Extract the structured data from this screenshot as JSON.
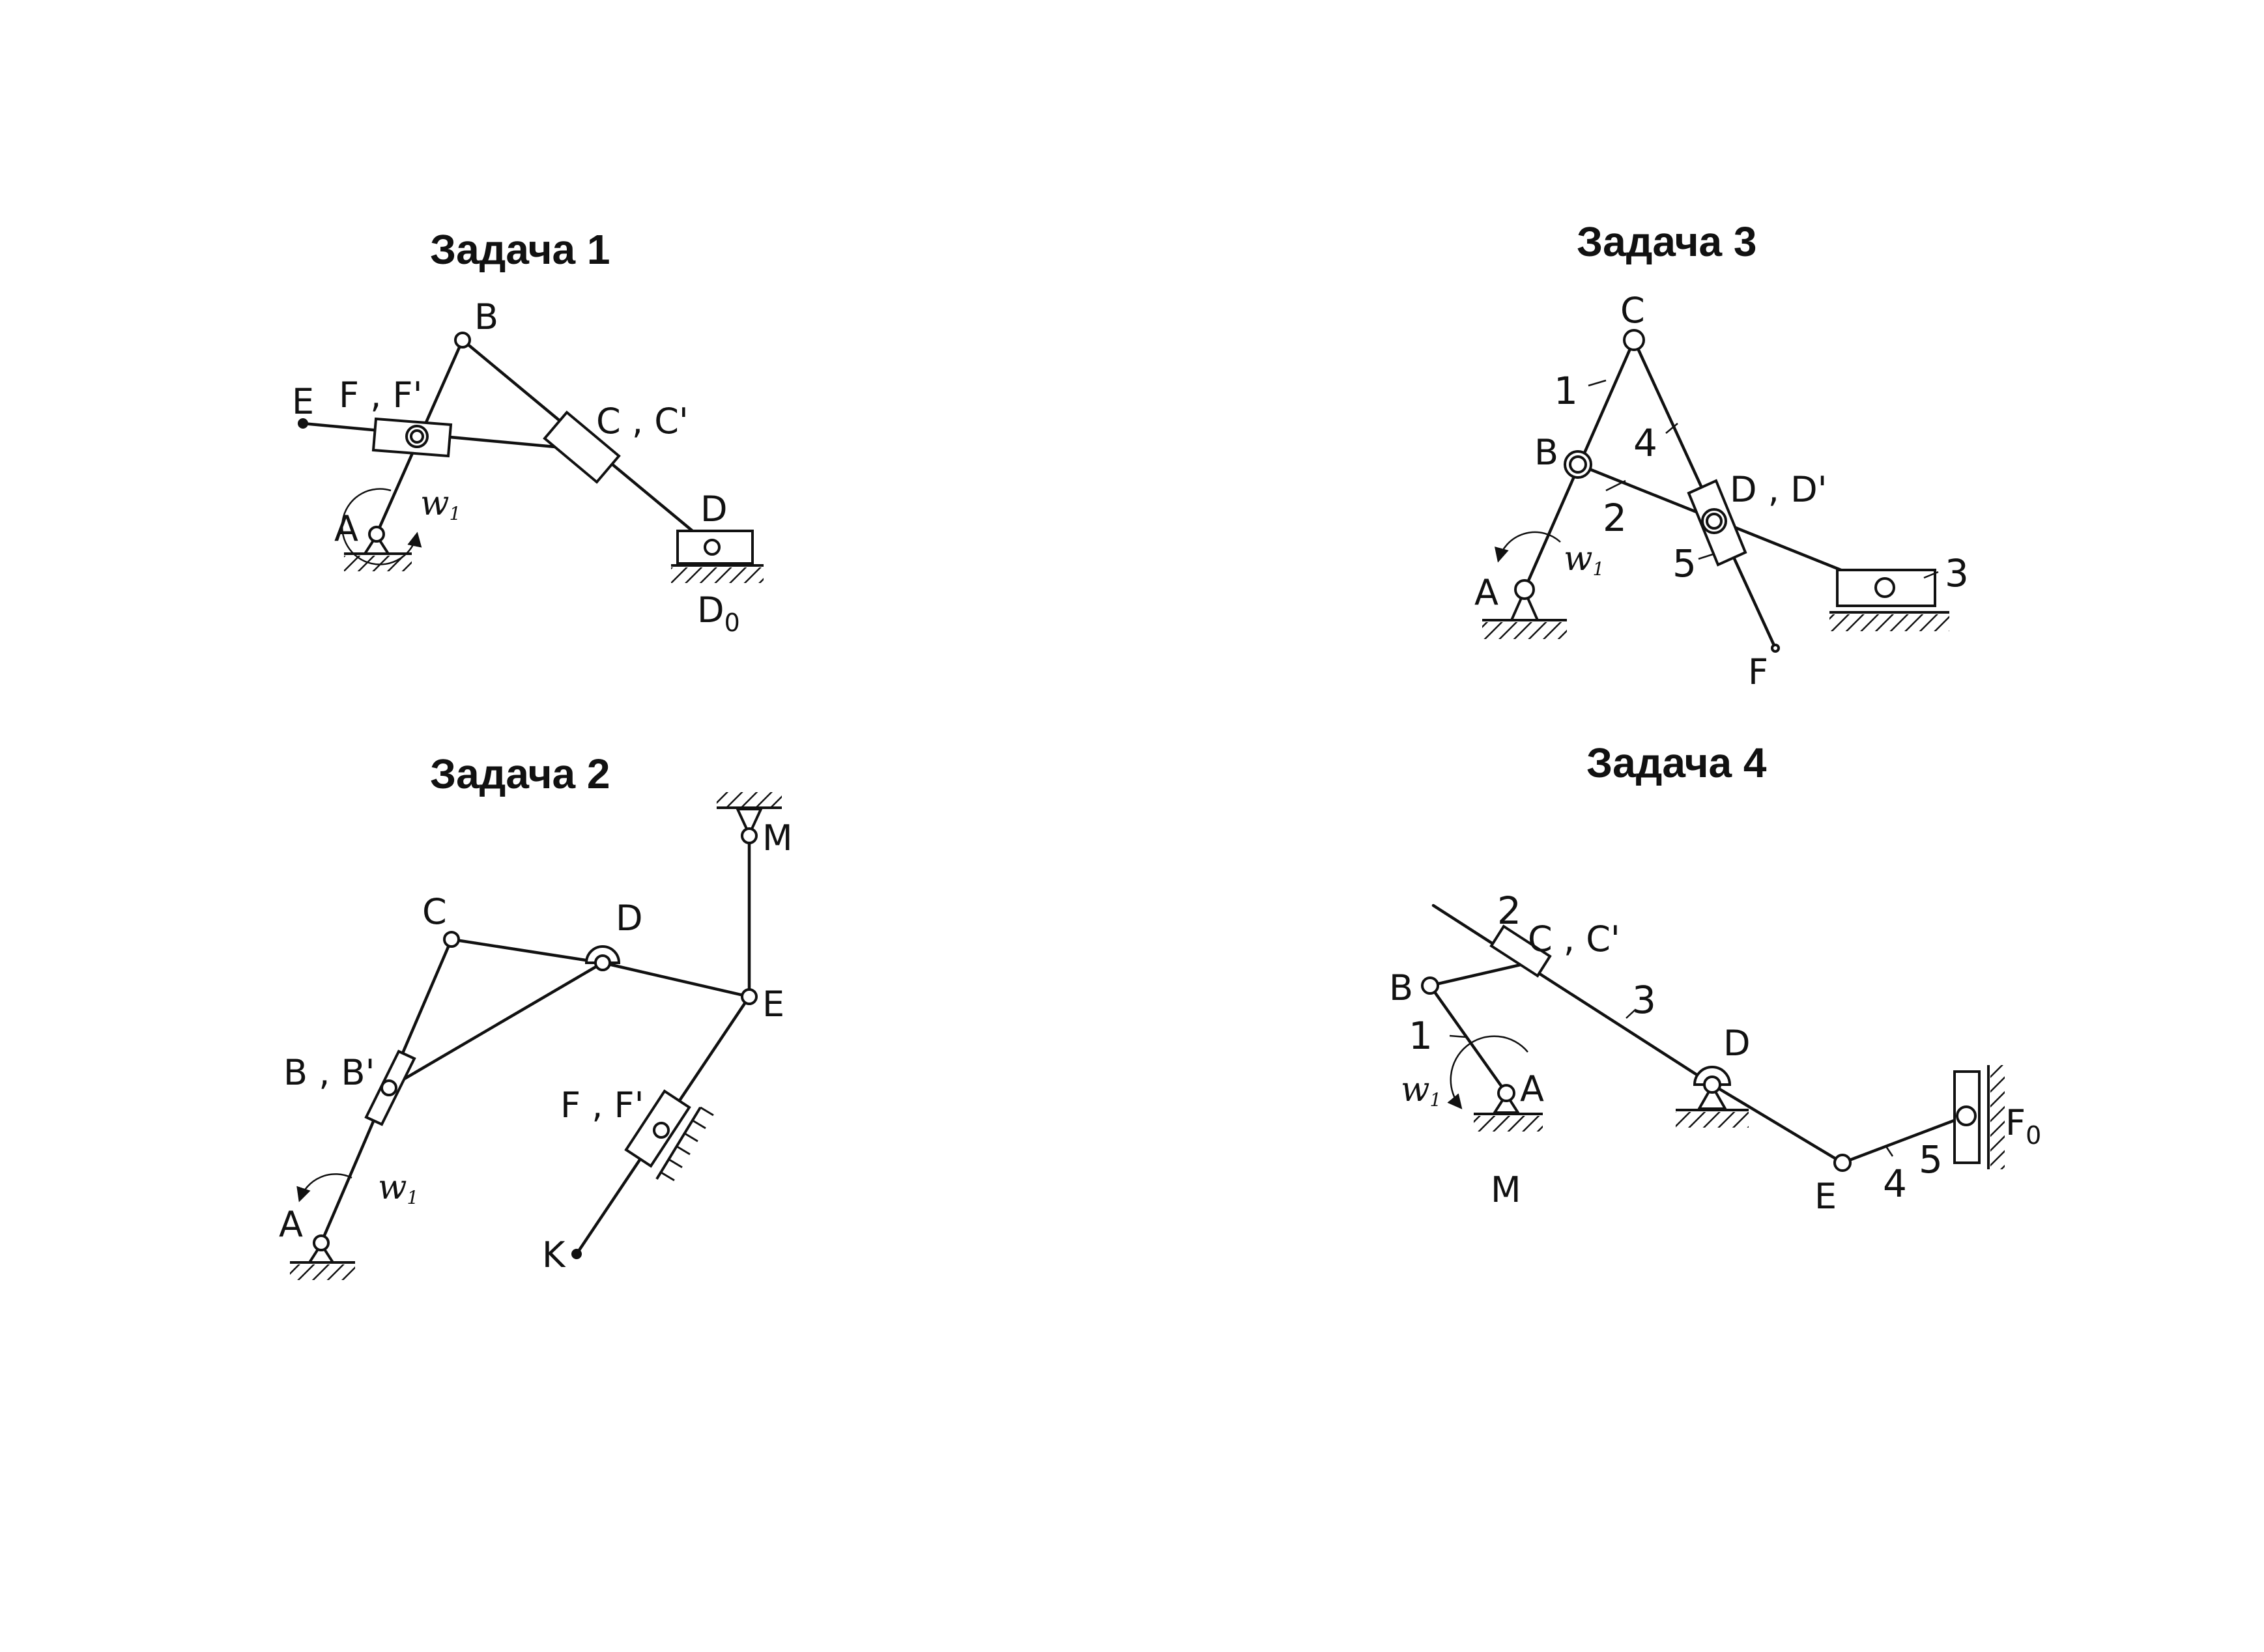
{
  "problems": [
    {
      "title": "Задача 1",
      "labels": {
        "A": "A",
        "B": "B",
        "C": "C , C'",
        "D": "D",
        "D0": "D",
        "D0_sub": "0",
        "E": "E",
        "F": "F , F'"
      },
      "omega": {
        "symbol": "w",
        "subscript": "1"
      }
    },
    {
      "title": "Задача 2",
      "labels": {
        "A": "A",
        "B": "B , B'",
        "C": "C",
        "D": "D",
        "E": "E",
        "F": "F , F'",
        "K": "K",
        "M": "M"
      },
      "omega": {
        "symbol": "w",
        "subscript": "1"
      }
    },
    {
      "title": "Задача 3",
      "labels": {
        "A": "A",
        "B": "B",
        "C": "C",
        "D": "D , D'",
        "F": "F"
      },
      "link_numbers": [
        "1",
        "2",
        "3",
        "4",
        "5"
      ],
      "omega": {
        "symbol": "w",
        "subscript": "1"
      }
    },
    {
      "title": "Задача 4",
      "labels": {
        "A": "A",
        "B": "B",
        "C": "C , C'",
        "D": "D",
        "E": "E",
        "F0": "F",
        "F0_sub": "0",
        "M": "M"
      },
      "link_numbers": [
        "1",
        "2",
        "3",
        "4",
        "5"
      ],
      "omega": {
        "symbol": "w",
        "subscript": "1"
      }
    }
  ]
}
